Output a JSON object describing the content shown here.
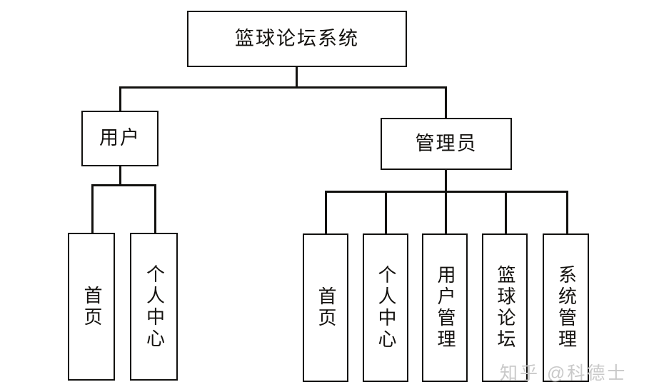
{
  "diagram": {
    "type": "tree",
    "title_node": {
      "id": "root",
      "label": "篮球论坛系统"
    },
    "level2": [
      {
        "id": "user",
        "label": "用户"
      },
      {
        "id": "admin",
        "label": "管理员"
      }
    ],
    "user_children": [
      {
        "id": "user-home",
        "label": "首页"
      },
      {
        "id": "user-center",
        "label": "个人中心"
      }
    ],
    "admin_children": [
      {
        "id": "admin-home",
        "label": "首页"
      },
      {
        "id": "admin-center",
        "label": "个人中心"
      },
      {
        "id": "admin-user-mgmt",
        "label": "用户管理"
      },
      {
        "id": "admin-forum",
        "label": "篮球论坛"
      },
      {
        "id": "admin-sys-mgmt",
        "label": "系统管理"
      }
    ],
    "colors": {
      "stroke": "#12110f",
      "fill": "#ffffff",
      "text": "#14120f",
      "watermark": "#c9c9c9"
    }
  },
  "watermark": {
    "text": "知乎 @科德士"
  }
}
